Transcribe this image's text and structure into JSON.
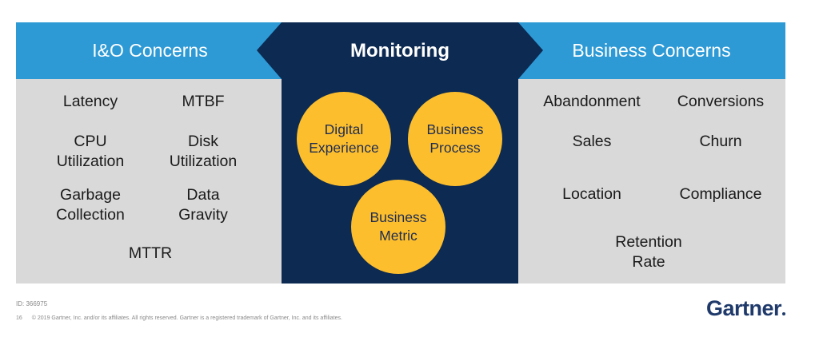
{
  "header": {
    "left_title": "I&O Concerns",
    "center_title": "Monitoring",
    "right_title": "Business Concerns"
  },
  "io_concerns": [
    "Latency",
    "MTBF",
    "CPU\nUtilization",
    "Disk\nUtilization",
    "Garbage\nCollection",
    "Data\nGravity",
    "MTTR"
  ],
  "monitoring_types": [
    "Digital\nExperience",
    "Business\nProcess",
    "Business\nMetric"
  ],
  "business_concerns": [
    "Abandonment",
    "Conversions",
    "Sales",
    "Churn",
    "Location",
    "Compliance",
    "Retention\nRate"
  ],
  "footer": {
    "id": "ID: 366975",
    "page": "16",
    "copyright": "© 2019 Gartner, Inc. and/or its affiliates. All rights reserved. Gartner is a registered trademark of Gartner, Inc. and its affiliates.",
    "logo": "Gartner"
  },
  "colors": {
    "band_blue": "#2d9ad6",
    "center_navy": "#0c2a52",
    "panel_gray": "#d9d9d9",
    "circle_gold": "#fdbe2d"
  }
}
